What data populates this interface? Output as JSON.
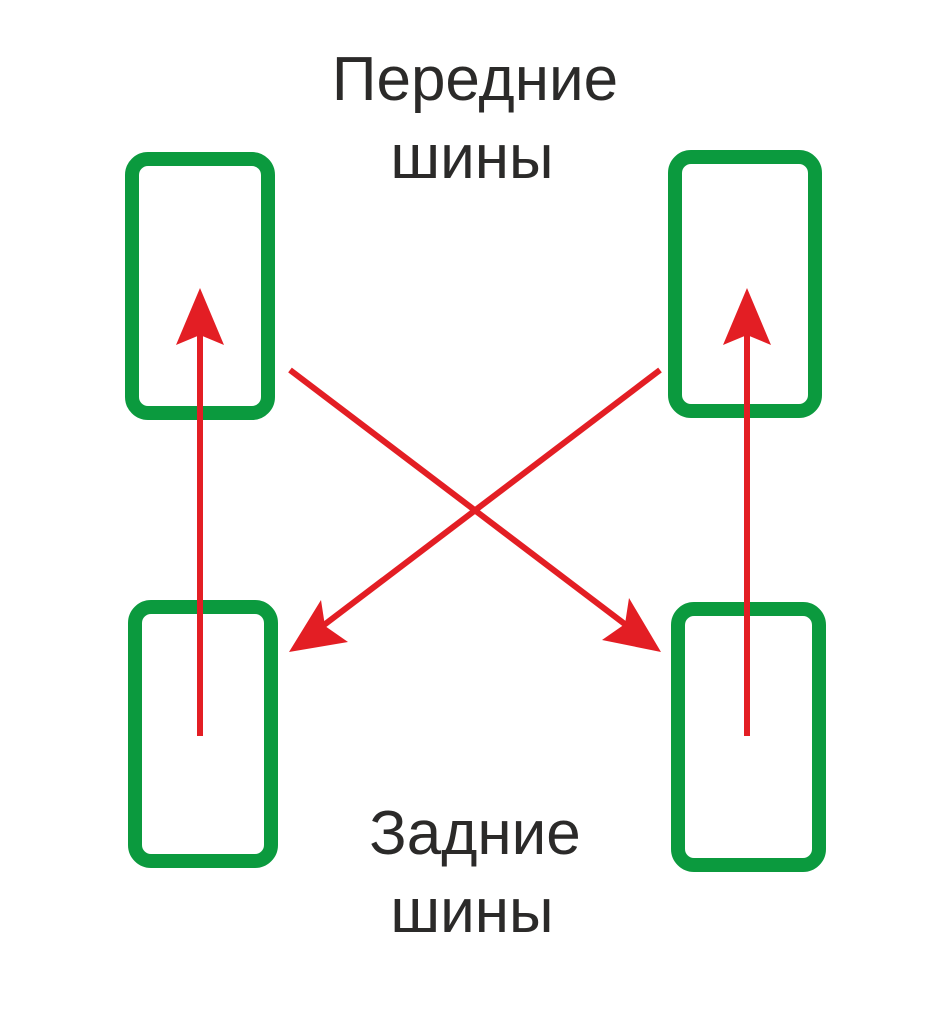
{
  "labels": {
    "front_line1": "Передние",
    "front_line2": "шины",
    "rear_line1": "Задние",
    "rear_line2": "шины"
  },
  "colors": {
    "tire": "#0b9a3e",
    "arrow": "#e31e24",
    "text": "#2b2a29"
  }
}
